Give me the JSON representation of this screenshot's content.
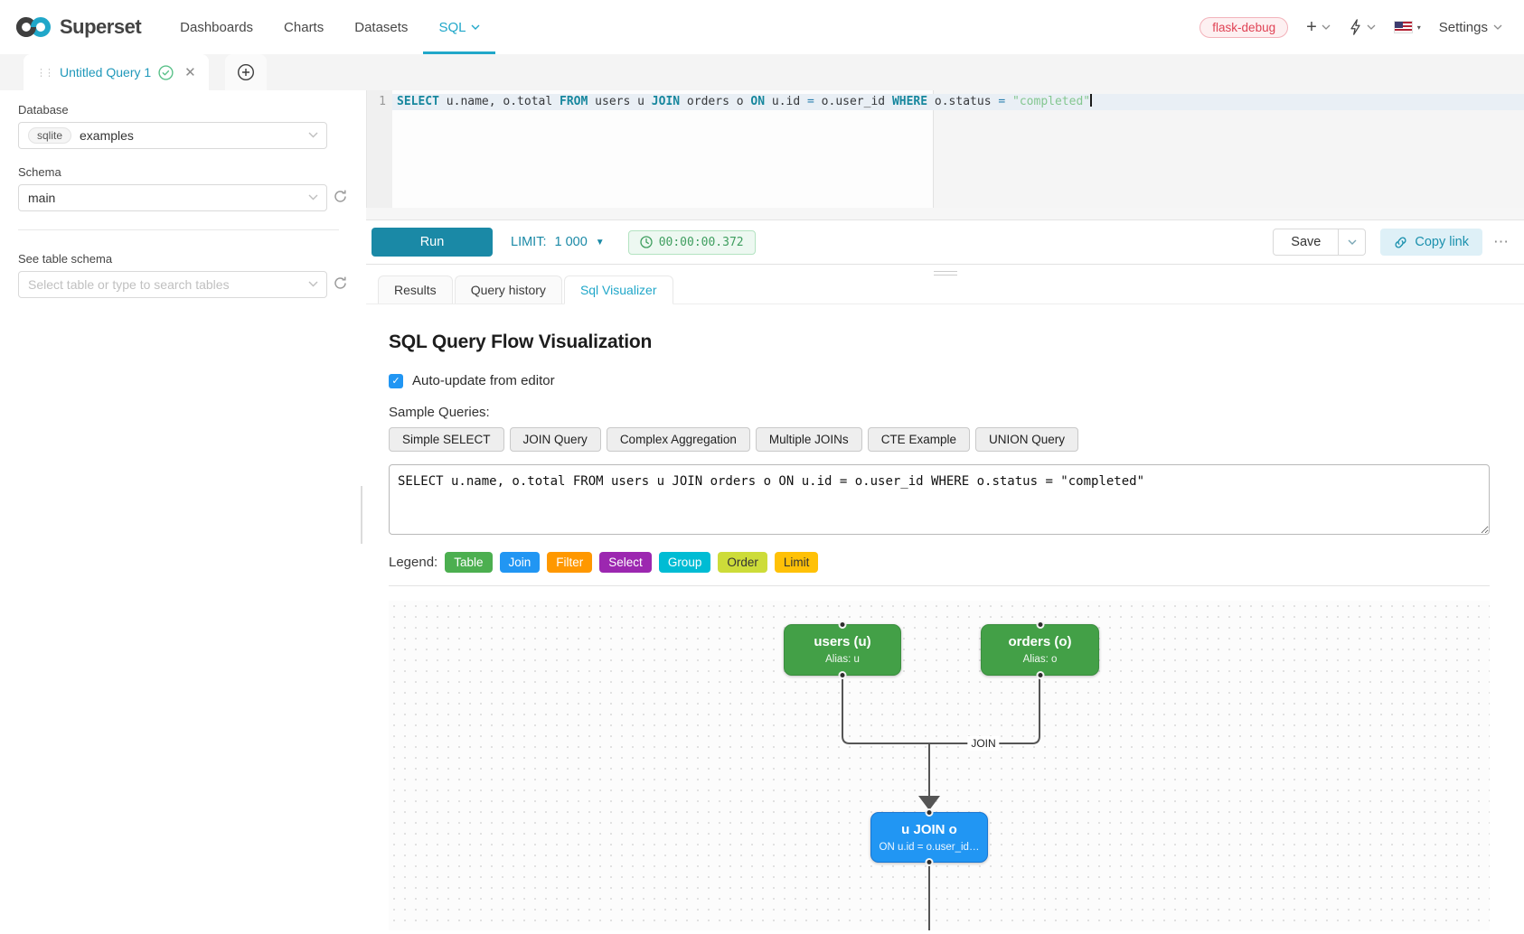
{
  "navbar": {
    "brand": "Superset",
    "items": [
      {
        "label": "Dashboards",
        "active": false
      },
      {
        "label": "Charts",
        "active": false
      },
      {
        "label": "Datasets",
        "active": false
      },
      {
        "label": "SQL",
        "active": true
      }
    ],
    "env_badge": "flask-debug",
    "settings_label": "Settings",
    "accent_color": "#20a7c9"
  },
  "tabstrip": {
    "active_tab_label": "Untitled Query 1"
  },
  "sidebar": {
    "database_label": "Database",
    "database_engine": "sqlite",
    "database_value": "examples",
    "schema_label": "Schema",
    "schema_value": "main",
    "table_label": "See table schema",
    "table_placeholder": "Select table or type to search tables"
  },
  "editor": {
    "line_number": "1",
    "tokens": [
      {
        "text": "SELECT",
        "type": "kw"
      },
      {
        "text": " u.name, o.total ",
        "type": "txt"
      },
      {
        "text": "FROM",
        "type": "kw"
      },
      {
        "text": " users u ",
        "type": "txt"
      },
      {
        "text": "JOIN",
        "type": "kw"
      },
      {
        "text": " orders o ",
        "type": "txt"
      },
      {
        "text": "ON",
        "type": "kw"
      },
      {
        "text": " u.id ",
        "type": "txt"
      },
      {
        "text": "=",
        "type": "op"
      },
      {
        "text": " o.user_id ",
        "type": "txt"
      },
      {
        "text": "WHERE",
        "type": "kw"
      },
      {
        "text": " o.status ",
        "type": "txt"
      },
      {
        "text": "=",
        "type": "op"
      },
      {
        "text": " ",
        "type": "txt"
      },
      {
        "text": "\"completed\"",
        "type": "str"
      }
    ]
  },
  "toolbar": {
    "run_label": "Run",
    "limit_label": "LIMIT:",
    "limit_value": "1 000",
    "timer_value": "00:00:00.372",
    "save_label": "Save",
    "copy_link_label": "Copy link",
    "more_label": "⋯",
    "run_color": "#1a89a6",
    "timer_color": "#3f9e5f"
  },
  "south": {
    "tabs": [
      {
        "label": "Results",
        "active": false
      },
      {
        "label": "Query history",
        "active": false
      },
      {
        "label": "Sql Visualizer",
        "active": true
      }
    ]
  },
  "visualizer": {
    "title": "SQL Query Flow Visualization",
    "auto_update_label": "Auto-update from editor",
    "auto_update_checked": true,
    "check_glyph": "✓",
    "sample_queries_label": "Sample Queries:",
    "sample_buttons": [
      "Simple SELECT",
      "JOIN Query",
      "Complex Aggregation",
      "Multiple JOINs",
      "CTE Example",
      "UNION Query"
    ],
    "sql_text": "SELECT u.name, o.total FROM users u JOIN orders o ON u.id = o.user_id WHERE o.status = \"completed\"",
    "legend_label": "Legend:",
    "legend": [
      {
        "label": "Table",
        "bg": "#4CAF50",
        "fg": "#ffffff"
      },
      {
        "label": "Join",
        "bg": "#2196F3",
        "fg": "#ffffff"
      },
      {
        "label": "Filter",
        "bg": "#FF9800",
        "fg": "#ffffff"
      },
      {
        "label": "Select",
        "bg": "#9C27B0",
        "fg": "#ffffff"
      },
      {
        "label": "Group",
        "bg": "#00BCD4",
        "fg": "#ffffff"
      },
      {
        "label": "Order",
        "bg": "#CDDC39",
        "fg": "#333333"
      },
      {
        "label": "Limit",
        "bg": "#FFC107",
        "fg": "#333333"
      }
    ],
    "flow": {
      "nodes": [
        {
          "id": "users",
          "title": "users (u)",
          "subtitle": "Alias: u",
          "bg": "#43a047"
        },
        {
          "id": "orders",
          "title": "orders (o)",
          "subtitle": "Alias: o",
          "bg": "#43a047"
        },
        {
          "id": "join",
          "title": "u JOIN o",
          "subtitle": "ON u.id = o.user_id…",
          "bg": "#2196f3"
        }
      ],
      "edge_label": "JOIN"
    }
  }
}
